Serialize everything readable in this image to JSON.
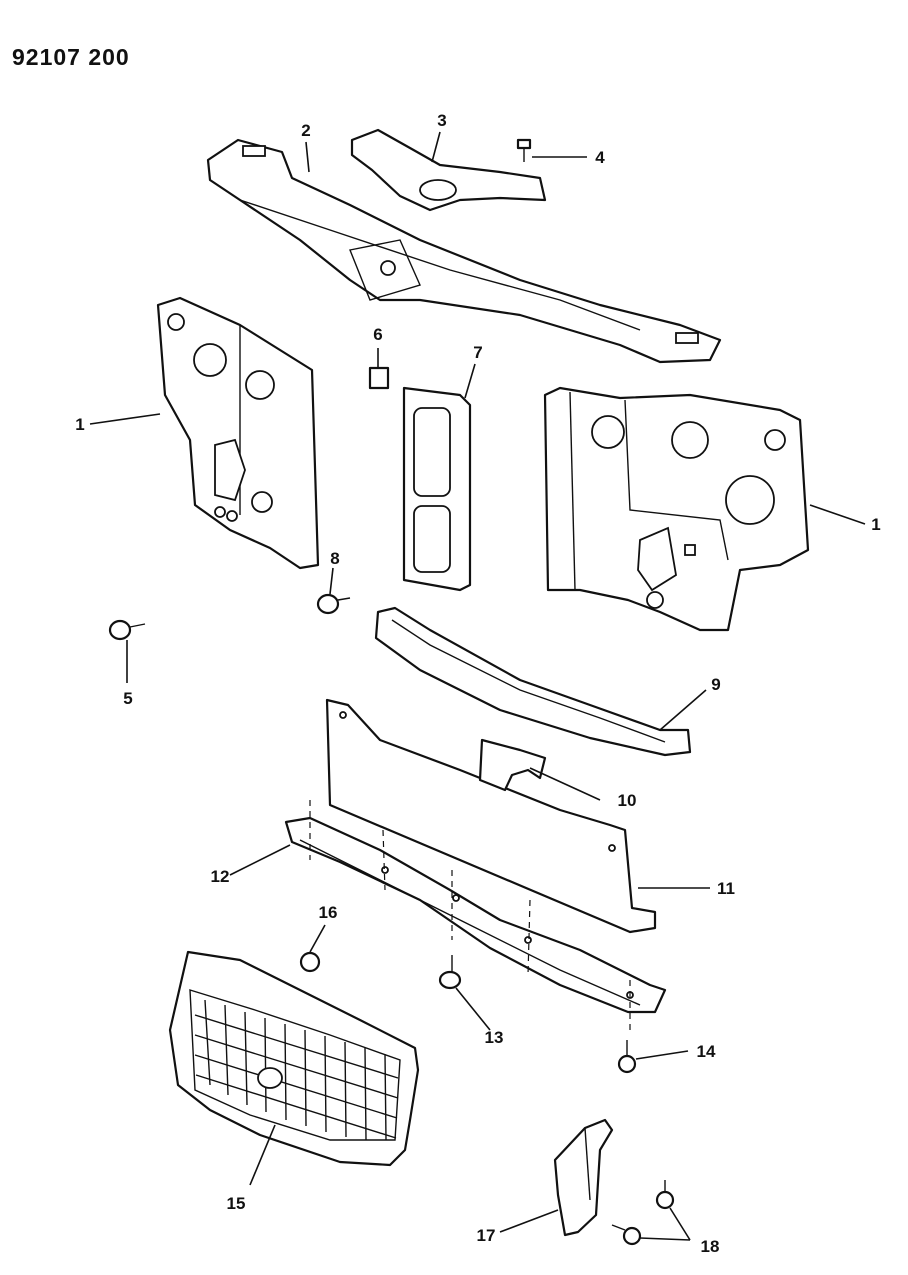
{
  "document_id": "92107 200",
  "callouts": {
    "c1a": "1",
    "c1b": "1",
    "c2": "2",
    "c3": "3",
    "c4": "4",
    "c5": "5",
    "c6": "6",
    "c7": "7",
    "c8": "8",
    "c9": "9",
    "c10": "10",
    "c11": "11",
    "c12": "12",
    "c13": "13",
    "c14": "14",
    "c15": "15",
    "c16": "16",
    "c17": "17",
    "c18": "18"
  }
}
